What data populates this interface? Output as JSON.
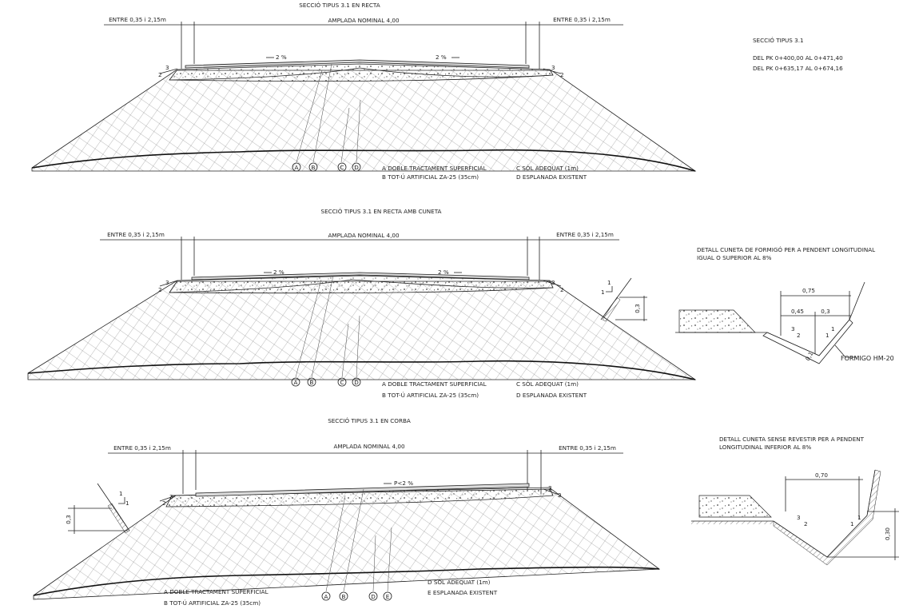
{
  "sections": [
    {
      "title": "SECCIÓ TIPUS 3.1 EN RECTA",
      "left_dim": "ENTRE 0,35 i 2,15m",
      "right_dim": "ENTRE 0,35 i 2,15m",
      "width_label": "AMPLADA NOMINAL 4,00",
      "slope_left": "2 %",
      "slope_right": "2 %",
      "talus_h": "3",
      "talus_v": "2",
      "markers": [
        "A",
        "B",
        "C",
        "D"
      ],
      "legend_left": [
        "A  DOBLE TRACTAMENT SUPERFICIAL",
        "B  TOT-Ú ARTIFICIAL ZA-25 (35cm)"
      ],
      "legend_right": [
        "C  SÒL ADEQUAT (1m)",
        "D  ESPLANADA EXISTENT"
      ]
    },
    {
      "title": "SECCIÓ TIPUS 3.1 EN RECTA AMB CUNETA",
      "left_dim": "ENTRE 0,35 i 2,15m",
      "right_dim": "ENTRE 0,35 i 2,15m",
      "width_label": "AMPLADA NOMINAL 4,00",
      "slope_left": "2 %",
      "slope_right": "2 %",
      "talus_h": "3",
      "talus_v": "2",
      "ditch_h": "1",
      "ditch_v": "1",
      "ditch_depth": "0,3",
      "markers": [
        "A",
        "B",
        "C",
        "D"
      ],
      "legend_left": [
        "A  DOBLE TRACTAMENT SUPERFICIAL",
        "B  TOT-Ú ARTIFICIAL ZA-25 (35cm)"
      ],
      "legend_right": [
        "C  SÒL ADEQUAT (1m)",
        "D  ESPLANADA EXISTENT"
      ]
    },
    {
      "title": "SECCIÓ TIPUS 3.1 EN CORBA",
      "left_dim": "ENTRE 0,35 i 2,15m",
      "right_dim": "ENTRE 0,35 i 2,15m",
      "width_label": "AMPLADA NOMINAL 4,00",
      "slope": "P<2 %",
      "talus_h": "3",
      "talus_v": "2",
      "ditch_h": "1",
      "ditch_v": "1",
      "ditch_depth": "0,3",
      "markers": [
        "A",
        "B",
        "D",
        "E"
      ],
      "legend_left": [
        "A  DOBLE TRACTAMENT SUPERFICIAL",
        "B  TOT-Ú ARTIFICIAL ZA-25 (35cm)"
      ],
      "legend_right": [
        "D  SÒL ADEQUAT (1m)",
        "E  ESPLANADA EXISTENT"
      ]
    }
  ],
  "info": {
    "title": "SECCIÓ TIPUS 3.1",
    "line1": "DEL PK 0+400,00  AL 0+471,40",
    "line2": "DEL PK 0+635,17  AL 0+674,16"
  },
  "detail_concrete": {
    "title_line1": "DETALL CUNETA DE FORMIGÓ PER A PENDENT LONGITUDINAL",
    "title_line2": "IGUAL O SUPERIOR AL 8%",
    "dim_total": "0,75",
    "dim_left": "0,45",
    "dim_right": "0,3",
    "dim_depth": "0,1",
    "slope_left_h": "3",
    "slope_left_v": "2",
    "slope_right_h": "1",
    "slope_right_v": "1",
    "material": "FORMIGO HM-20"
  },
  "detail_unlined": {
    "title_line1": "DETALL CUNETA SENSE REVESTIR PER A PENDENT",
    "title_line2": "LONGITUDINAL INFERIOR AL 8%",
    "dim_width": "0,70",
    "dim_depth": "0,30",
    "slope_left_h": "3",
    "slope_left_v": "2",
    "slope_right_h": "1",
    "slope_right_v": "1"
  }
}
